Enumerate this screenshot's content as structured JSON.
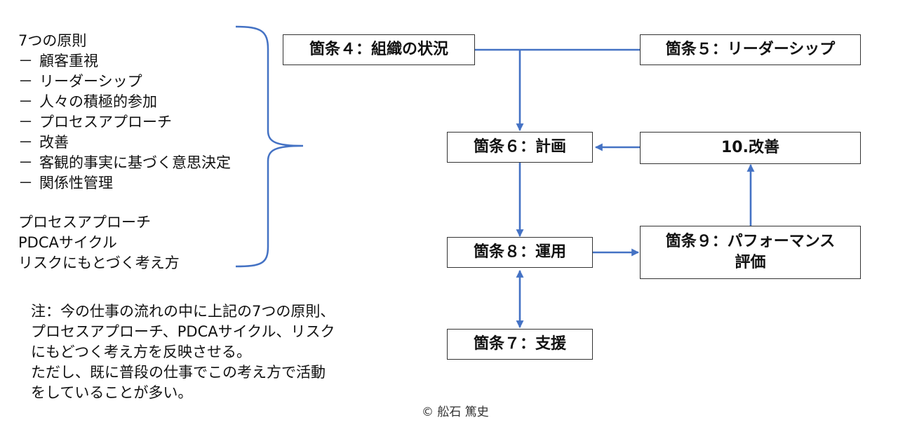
{
  "left_panel": {
    "principles_title": "7つの原則",
    "principles": [
      "顧客重視",
      "リーダーシップ",
      "人々の積極的参加",
      "プロセスアプローチ",
      "改善",
      "客観的事実に基づく意思決定",
      "関係性管理"
    ],
    "dash": "－",
    "approaches": [
      "プロセスアプローチ",
      "PDCAサイクル",
      "リスクにもとづく考え方"
    ]
  },
  "note": {
    "lines": [
      "注：今の仕事の流れの中に上記の7つの原則、",
      "プロセスアプローチ、PDCAサイクル、リスク",
      "にもどつく考え方を反映させる。",
      "ただし、既に普段の仕事でこの考え方で活動",
      "をしていることが多い。"
    ]
  },
  "boxes": {
    "clause4": "箇条４：組織の状況",
    "clause5": "箇条５：リーダーシップ",
    "clause6": "箇条６：計画",
    "clause10": "10.改善",
    "clause8": "箇条８：運用",
    "clause9_line1": "箇条９：パフォーマンス",
    "clause9_line2": "評価",
    "clause7": "箇条７：支援"
  },
  "copyright": "© 舩石 篤史",
  "colors": {
    "connector": "#4472C4",
    "box_border": "#333333",
    "text": "#111111"
  }
}
